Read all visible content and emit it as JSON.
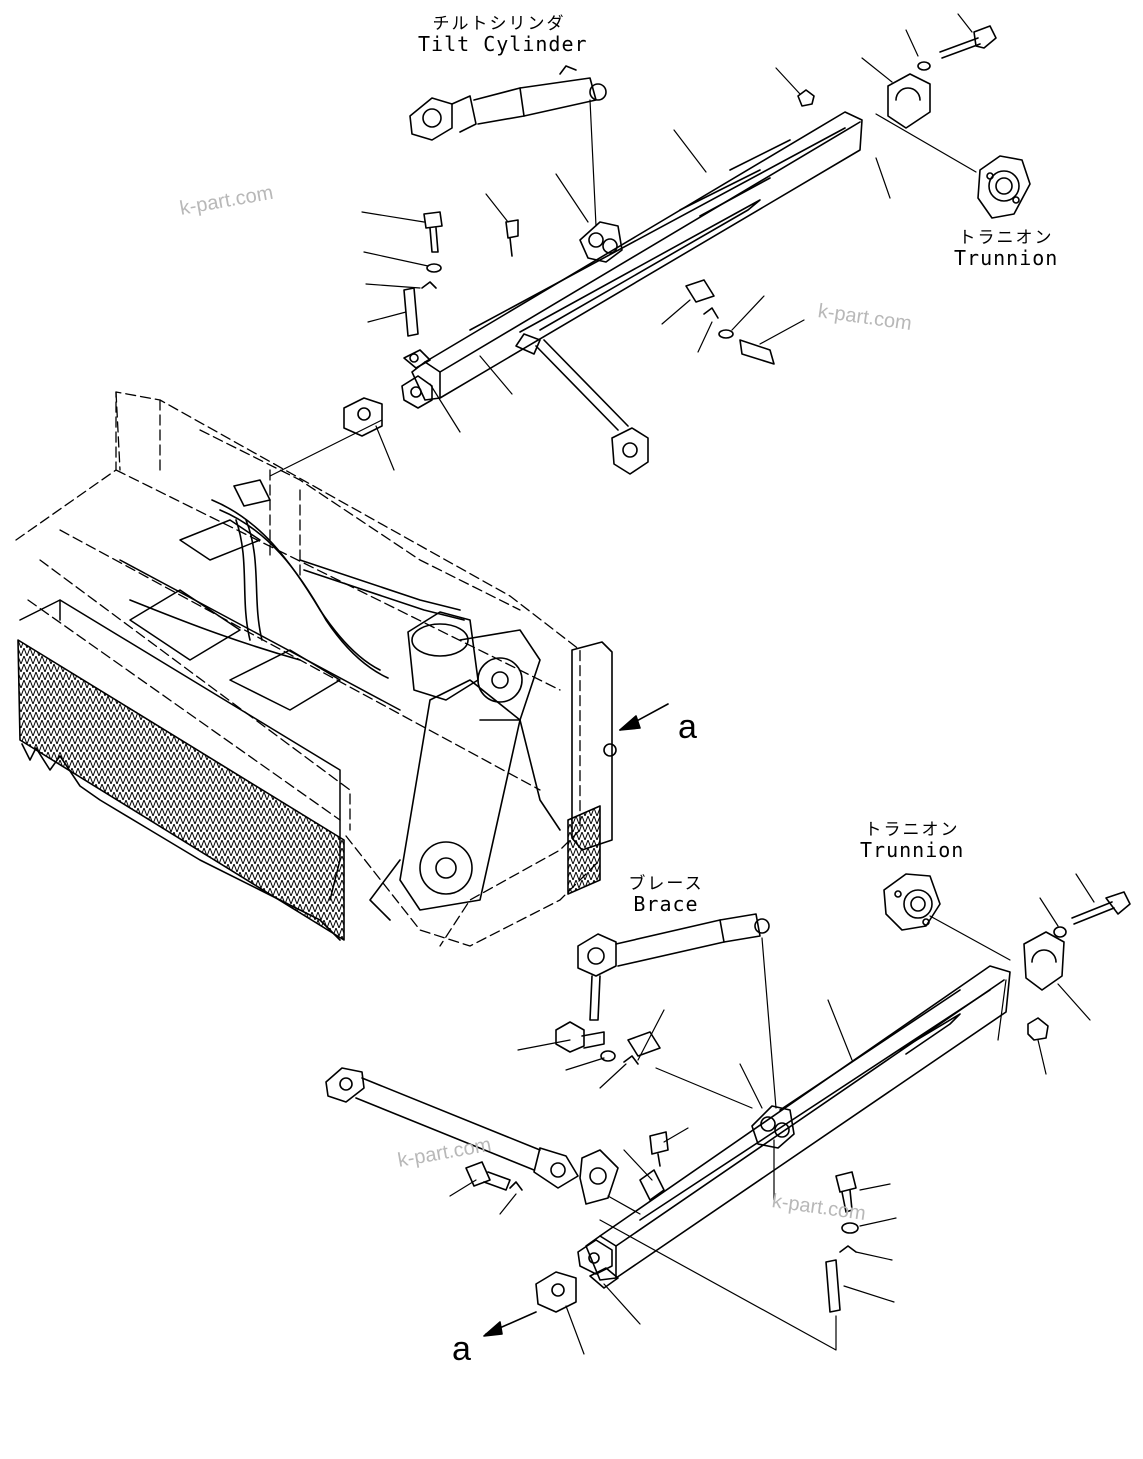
{
  "labels": {
    "tilt_cylinder": {
      "jp": "チルトシリンダ",
      "en": "Tilt Cylinder"
    },
    "trunnion_top": {
      "jp": "トラニオン",
      "en": "Trunnion"
    },
    "trunnion_bottom": {
      "jp": "トラニオン",
      "en": "Trunnion"
    },
    "brace": {
      "jp": "ブレース",
      "en": "Brace"
    }
  },
  "view_refs": {
    "right_arrow": "a",
    "bottom_arrow": "a"
  },
  "watermarks": [
    "k-part.com",
    "k-part.com",
    "k-part.com",
    "k-part.com"
  ],
  "colors": {
    "line": "#000000",
    "frame_dash": "#000000",
    "watermark": "#b8b8b8",
    "background": "#ffffff"
  }
}
